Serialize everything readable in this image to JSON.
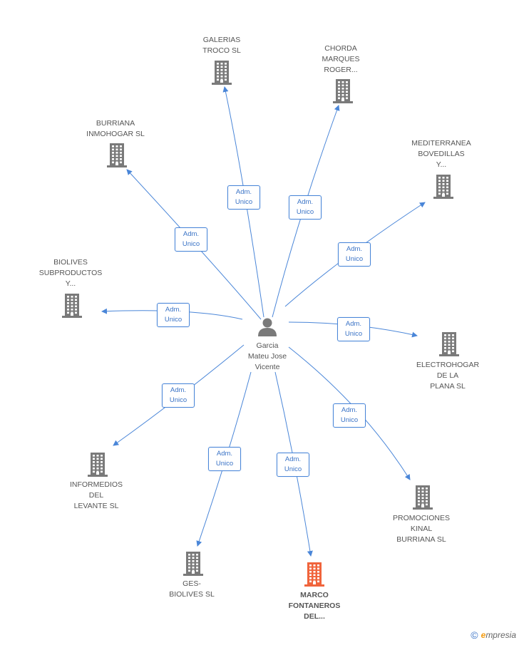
{
  "colors": {
    "edge": "#4a86d8",
    "company_icon": "#7a7a7a",
    "highlight_icon": "#f0643c",
    "person_icon": "#7a7a7a"
  },
  "center": {
    "name": "Garcia\nMateu Jose\nVicente",
    "icon": "person-icon"
  },
  "nodes": [
    {
      "id": "galerias",
      "name": "GALERIAS\nTROCO SL",
      "badge": "Adm.\nUnico",
      "highlight": false
    },
    {
      "id": "chorda",
      "name": "CHORDA\nMARQUES\nROGER...",
      "badge": "Adm.\nUnico",
      "highlight": false
    },
    {
      "id": "burriana-inmohogar",
      "name": "BURRIANA\nINMOHOGAR SL",
      "badge": "Adm.\nUnico",
      "highlight": false
    },
    {
      "id": "mediterranea",
      "name": "MEDITERRANEA\nBOVEDILLAS\nY...",
      "badge": "Adm.\nUnico",
      "highlight": false
    },
    {
      "id": "biolives-sub",
      "name": "BIOLIVES\nSUBPRODUCTOS\nY...",
      "badge": "Adm.\nUnico",
      "highlight": false
    },
    {
      "id": "electrohogar",
      "name": "ELECTROHOGAR\nDE LA\nPLANA SL",
      "badge": "Adm.\nUnico",
      "highlight": false
    },
    {
      "id": "informedios",
      "name": "INFORMEDIOS\nDEL\nLEVANTE SL",
      "badge": "Adm.\nUnico",
      "highlight": false
    },
    {
      "id": "promociones",
      "name": "PROMOCIONES\nKINAL\nBURRIANA SL",
      "badge": "Adm.\nUnico",
      "highlight": false
    },
    {
      "id": "ges-biolives",
      "name": "GES-\nBIOLIVES SL",
      "badge": "Adm.\nUnico",
      "highlight": false
    },
    {
      "id": "marco",
      "name": "MARCO\nFONTANEROS\nDEL...",
      "badge": "Adm.\nUnico",
      "highlight": true
    }
  ],
  "footer": {
    "copyright_symbol": "©",
    "brand_initial": "e",
    "brand_rest": "mpresia"
  }
}
